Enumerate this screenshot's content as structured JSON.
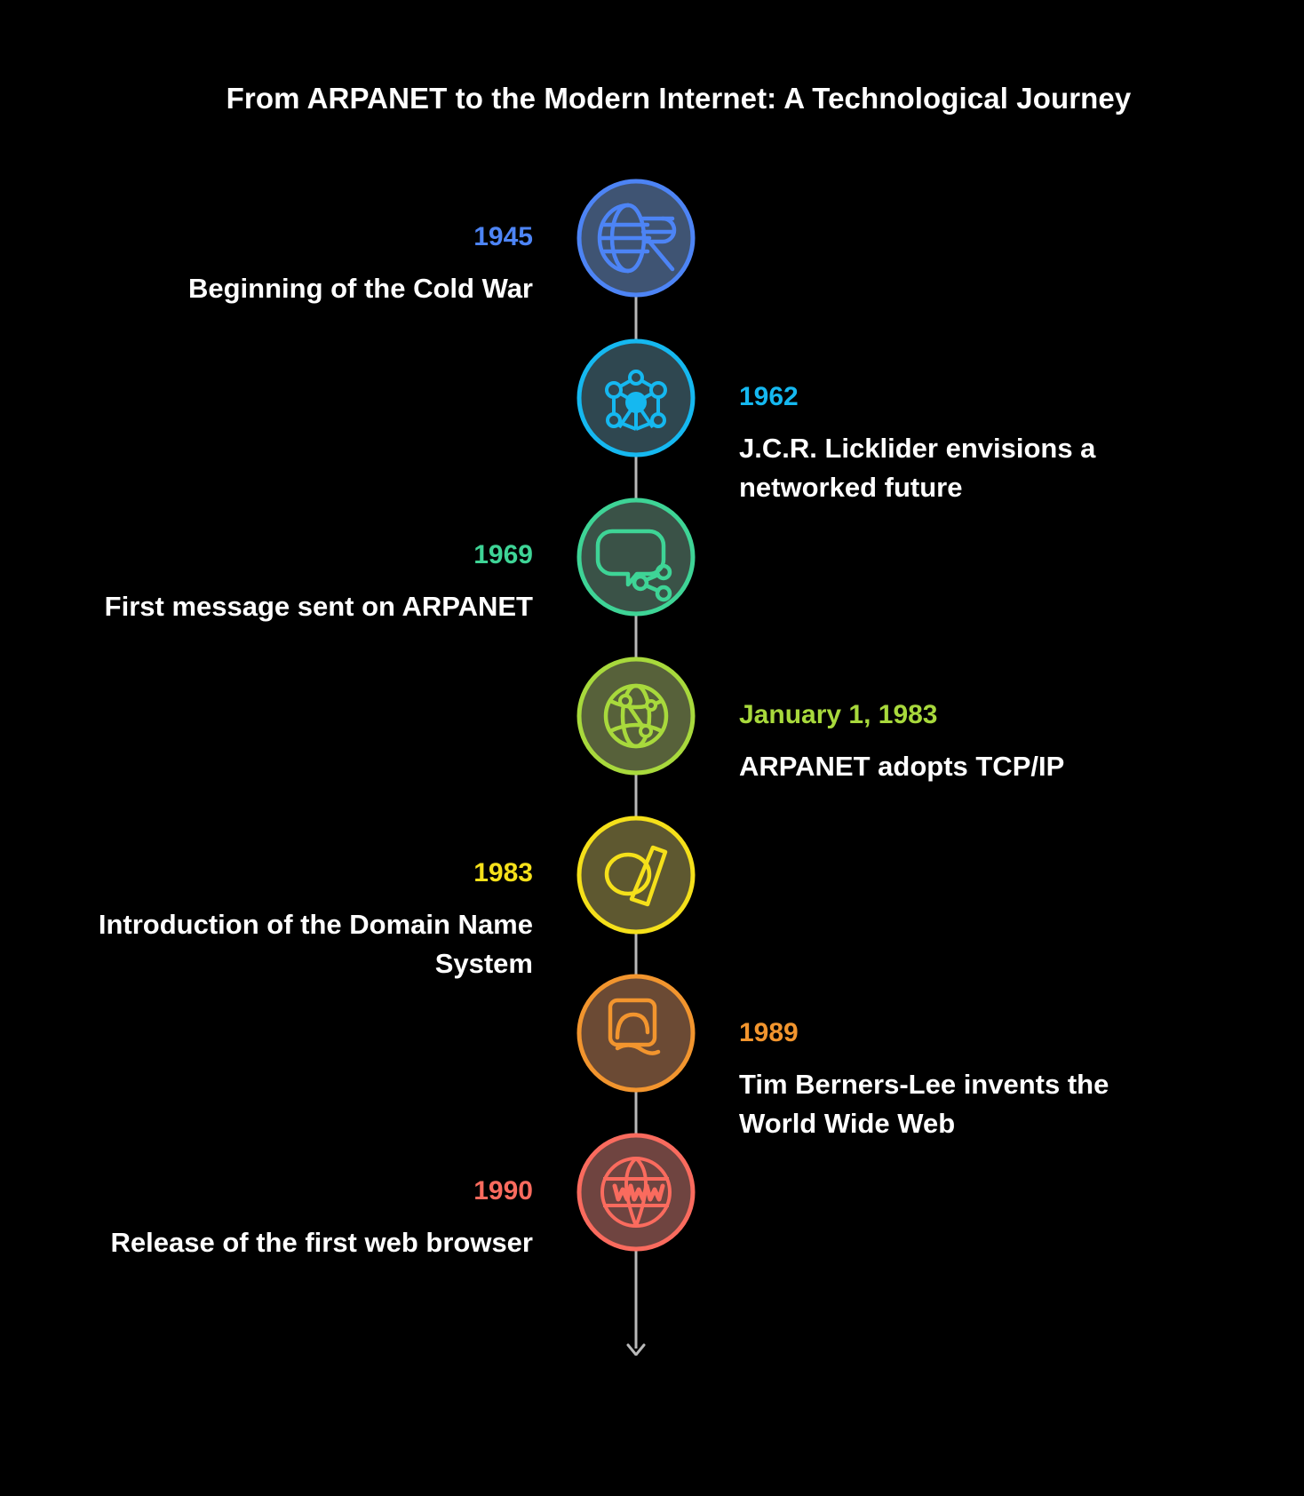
{
  "title": "From ARPANET to the Modern Internet: A Technological Journey",
  "background_color": "#000000",
  "spine_color": "#b9b9b9",
  "text_color": "#ffffff",
  "chart_data": {
    "type": "table",
    "title": "From ARPANET to the Modern Internet: A Technological Journey",
    "categories": [
      "1945",
      "1962",
      "1969",
      "January 1, 1983",
      "1983",
      "1989",
      "1990"
    ],
    "values": [
      1945,
      1962,
      1969,
      1983,
      1983,
      1989,
      1990
    ],
    "xlabel": "",
    "ylabel": "",
    "events": [
      {
        "year": "1945",
        "description": "Beginning of the Cold War",
        "color": "#4d84f5",
        "side": "left",
        "icon": "globe-rupee-icon"
      },
      {
        "year": "1962",
        "description": "J.C.R. Licklider envisions a networked future",
        "color": "#15b8f0",
        "side": "right",
        "icon": "network-nodes-icon"
      },
      {
        "year": "1969",
        "description": "First message sent on ARPANET",
        "color": "#3ed496",
        "side": "left",
        "icon": "speech-bubble-share-icon"
      },
      {
        "year": "January 1, 1983",
        "description": "ARPANET adopts TCP/IP",
        "color": "#a8d93c",
        "side": "right",
        "icon": "globe-network-icon"
      },
      {
        "year": "1983",
        "description": "Introduction of the Domain Name System",
        "color": "#f5e01a",
        "side": "left",
        "icon": "domain-tag-icon"
      },
      {
        "year": "1989",
        "description": "Tim Berners-Lee invents the World Wide Web",
        "color": "#f2952e",
        "side": "right",
        "icon": "flexed-arm-icon"
      },
      {
        "year": "1990",
        "description": "Release of the first web browser",
        "color": "#fa6b5e",
        "side": "left",
        "icon": "www-globe-icon"
      }
    ]
  }
}
